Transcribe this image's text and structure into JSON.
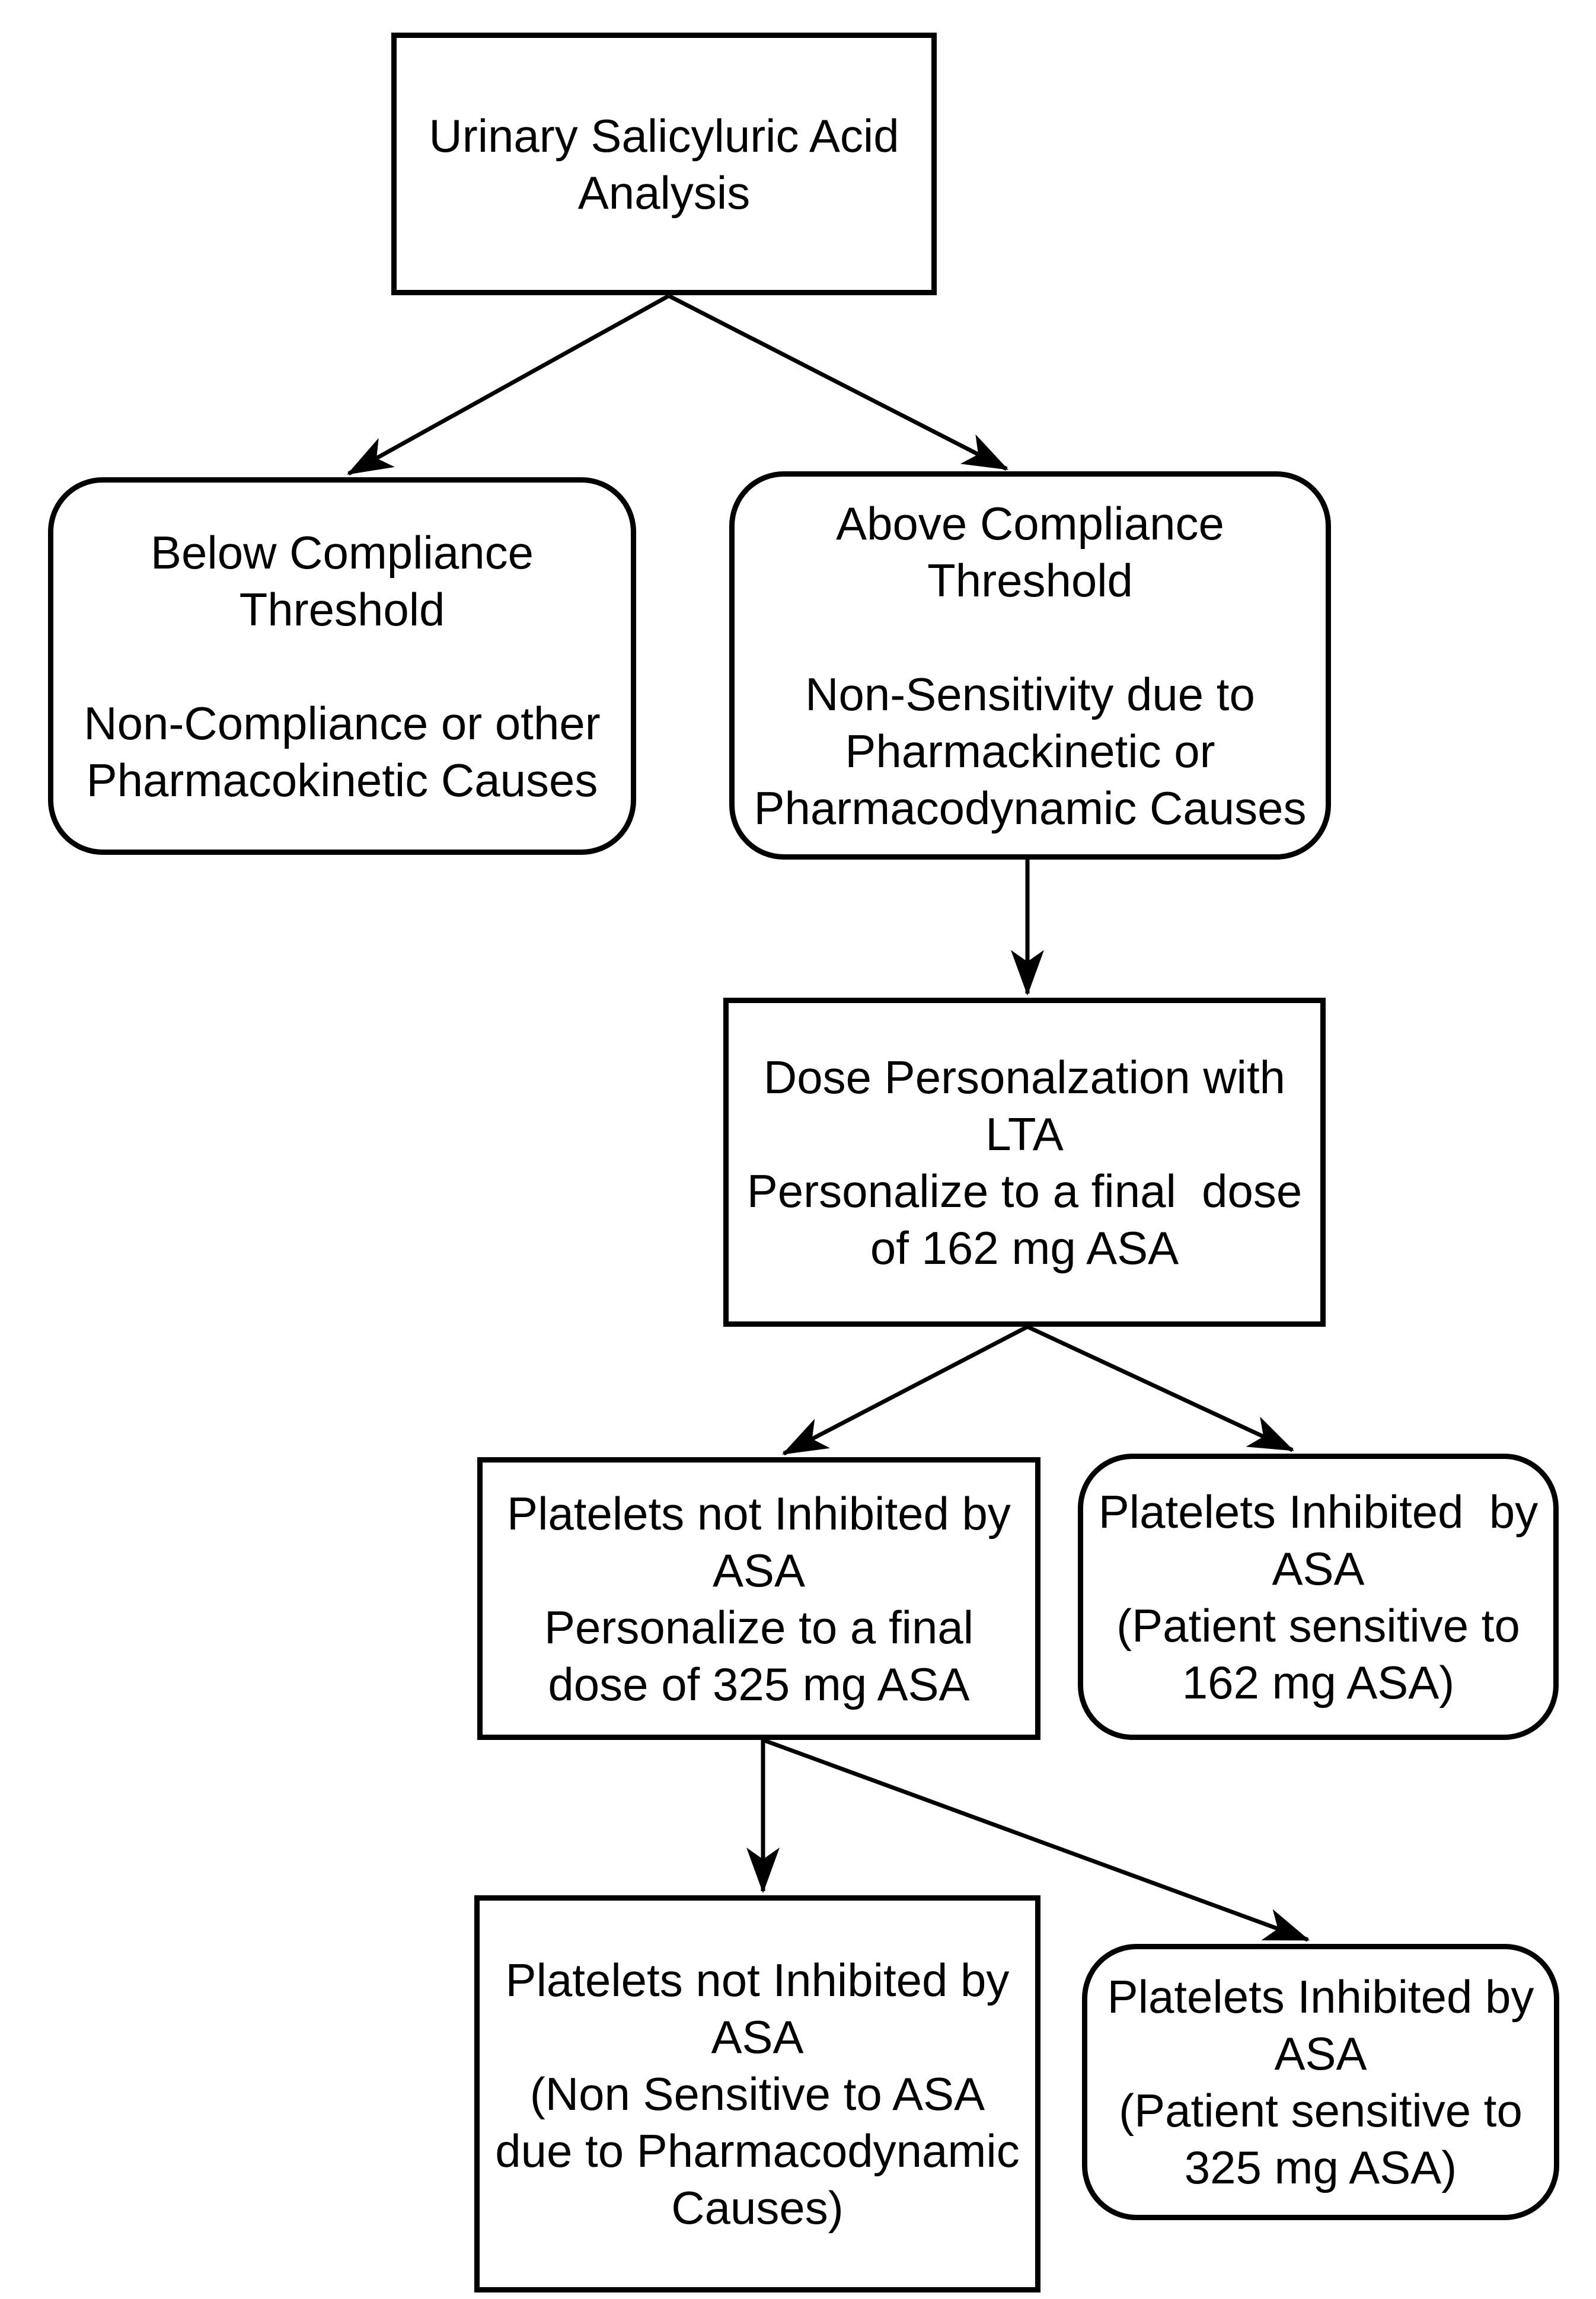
{
  "figure": {
    "type": "flowchart",
    "background_color": "#ffffff",
    "line_color": "#000000",
    "text_color": "#000000",
    "nodes": {
      "root": {
        "shape": "rectangle",
        "lines": [
          "Urinary Salicyluric Acid",
          "Analysis"
        ]
      },
      "below_threshold": {
        "shape": "rounded-rectangle",
        "lines": [
          "Below Compliance",
          "Threshold",
          "",
          "Non-Compliance or other",
          "Pharmacokinetic Causes"
        ]
      },
      "above_threshold": {
        "shape": "rounded-rectangle",
        "lines": [
          "Above Compliance",
          "Threshold",
          "",
          "Non-Sensitivity due to",
          "Pharmackinetic or",
          "Pharmacodynamic Causes"
        ]
      },
      "dose_personalization": {
        "shape": "rectangle",
        "lines": [
          "Dose Personalzation with",
          "LTA",
          "Personalize to a final  dose",
          "of 162 mg ASA"
        ]
      },
      "platelets_not_inhibited_325": {
        "shape": "rectangle",
        "lines": [
          "Platelets not Inhibited by",
          "ASA",
          "Personalize to a final",
          "dose of 325 mg ASA"
        ]
      },
      "platelets_inhibited_162": {
        "shape": "rounded-rectangle",
        "lines": [
          "Platelets Inhibited  by",
          "ASA",
          "(Patient sensitive to",
          "162 mg ASA)"
        ]
      },
      "platelets_not_inhibited_pd": {
        "shape": "rectangle",
        "lines": [
          "Platelets not Inhibited by",
          "ASA",
          "(Non Sensitive to ASA",
          "due to Pharmacodynamic",
          "Causes)"
        ]
      },
      "platelets_inhibited_325": {
        "shape": "rounded-rectangle",
        "lines": [
          "Platelets Inhibited by",
          "ASA",
          "(Patient sensitive to",
          "325 mg ASA)"
        ]
      }
    },
    "edges": [
      {
        "from": "root",
        "to": "below_threshold"
      },
      {
        "from": "root",
        "to": "above_threshold"
      },
      {
        "from": "above_threshold",
        "to": "dose_personalization"
      },
      {
        "from": "dose_personalization",
        "to": "platelets_not_inhibited_325"
      },
      {
        "from": "dose_personalization",
        "to": "platelets_inhibited_162"
      },
      {
        "from": "platelets_not_inhibited_325",
        "to": "platelets_not_inhibited_pd"
      },
      {
        "from": "platelets_not_inhibited_325",
        "to": "platelets_inhibited_325"
      }
    ]
  }
}
